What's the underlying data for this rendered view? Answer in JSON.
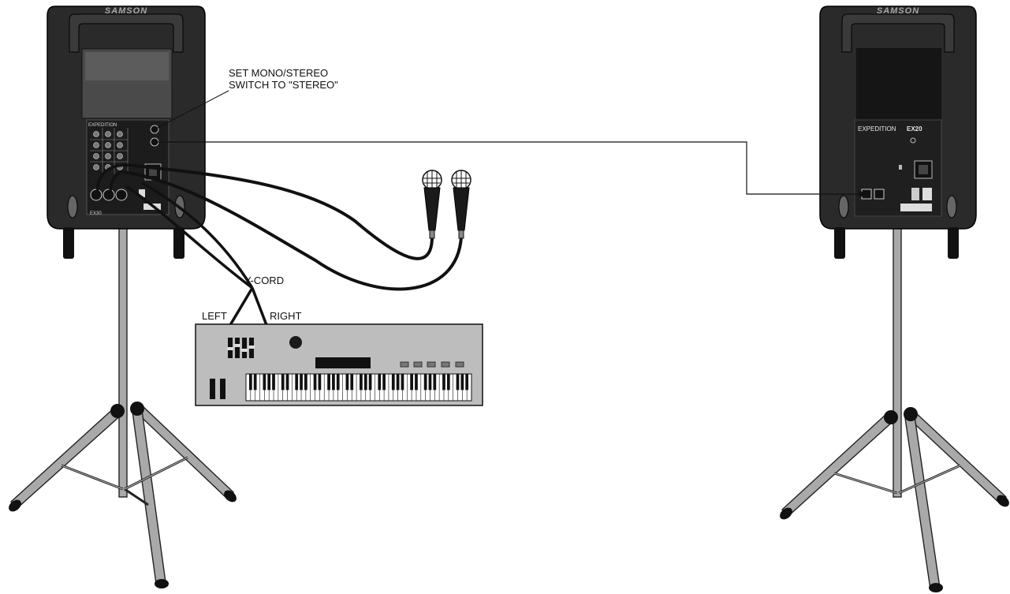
{
  "labels": {
    "switch_line1": "SET MONO/STEREO",
    "switch_line2": "SWITCH TO \"STEREO\"",
    "y_cord": "Y-CORD",
    "left": "LEFT",
    "right": "RIGHT"
  },
  "speakers": {
    "brand": "SAMSON",
    "left": {
      "panel_title": "EXPEDITION",
      "model": "EX30"
    },
    "right": {
      "panel_title": "EXPEDITION",
      "model": "EX20"
    }
  },
  "colors": {
    "cabinet": "#2a2a2a",
    "stand": "#a9a9a9",
    "keyboard_body": "#bdbdbd",
    "cable": "#111111"
  }
}
